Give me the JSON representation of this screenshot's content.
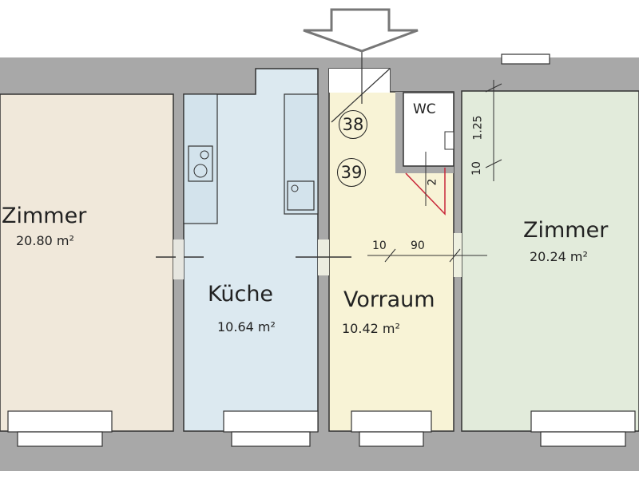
{
  "colors": {
    "wall": "#a8a8a8",
    "zimmer_left": "#f0e8da",
    "kueche": "#dce9f0",
    "vorraum": "#f8f3d6",
    "zimmer_right": "#e2ebdb",
    "wc": "#ffffff",
    "door_swing": "#c8283a"
  },
  "rooms": [
    {
      "name": "Zimmer",
      "area": "20.80 m²"
    },
    {
      "name": "Küche",
      "area": "10.64 m²"
    },
    {
      "name": "Vorraum",
      "area": "10.42 m²"
    },
    {
      "name": "WC"
    },
    {
      "name": "Zimmer",
      "area": "20.24 m²"
    }
  ],
  "markers": [
    "38",
    "39"
  ],
  "dimensions": {
    "wc_height": "1.25",
    "wall_top": "10",
    "wall_thickness": "10",
    "door_width": "90",
    "wc_door": "2"
  },
  "entrance_icon": "arrow-down-icon"
}
